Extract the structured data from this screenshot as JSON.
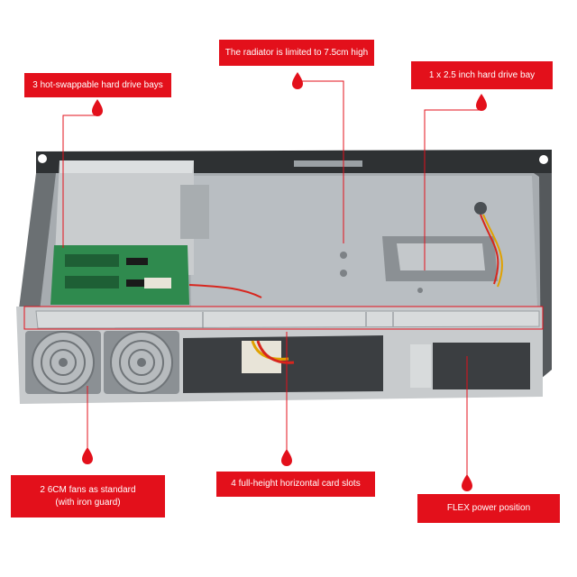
{
  "callouts": {
    "radiator": "The radiator is limited to 7.5cm high",
    "drive_bays": "3 hot-swappable hard drive bays",
    "hdd_bay_25": "1 x 2.5 inch hard drive bay",
    "fans_line1": "2 6CM fans as standard",
    "fans_line2": "(with iron guard)",
    "card_slots": "4 full-height horizontal card slots",
    "flex_power": "FLEX power position"
  },
  "colors": {
    "accent": "#e3101b",
    "chassis": "#b9bcbe",
    "panel_dark": "#3a3d40",
    "pcb": "#2f8a4e"
  }
}
